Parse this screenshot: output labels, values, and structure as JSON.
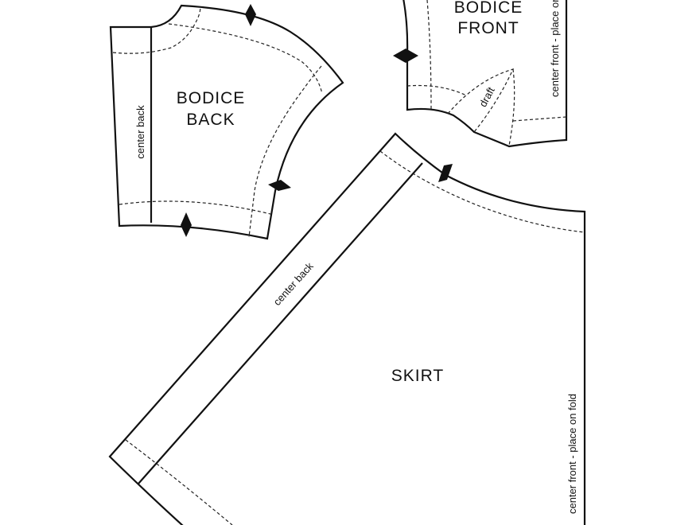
{
  "pieces": {
    "bodice_back": {
      "title_line1": "BODICE",
      "title_line2": "BACK",
      "fold_label": "center back"
    },
    "bodice_front": {
      "title_line1": "BODICE",
      "title_line2": "FRONT",
      "fold_label": "center front - place on fold",
      "dart_label": "draft"
    },
    "skirt": {
      "title": "SKIRT",
      "back_label": "center back",
      "fold_label": "center front - place on fold"
    }
  },
  "colors": {
    "line": "#111111",
    "background": "#ffffff"
  }
}
